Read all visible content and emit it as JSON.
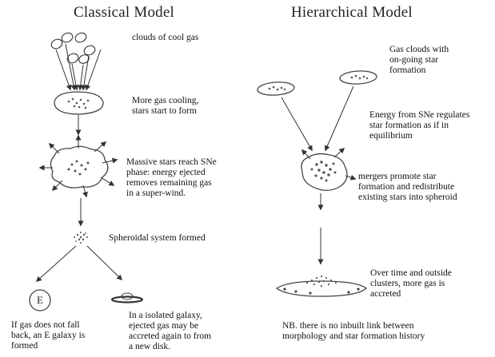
{
  "classical": {
    "title": "Classical Model",
    "steps": [
      {
        "text": "clouds of cool gas"
      },
      {
        "text": "More gas cooling,\nstars start to form"
      },
      {
        "text": "Massive stars reach SNe\nphase: energy ejected\nremoves remaining gas\nin a super-wind."
      },
      {
        "text": "Spheroidal system formed"
      },
      {
        "text": "If gas does not fall\nback, an E galaxy is\nformed"
      },
      {
        "text": "In a isolated galaxy,\nejected gas may be\naccreted again to from\na new disk."
      }
    ],
    "e_galaxy_label": "E"
  },
  "hierarchical": {
    "title": "Hierarchical Model",
    "steps": [
      {
        "text": "Gas clouds with\non-going star\nformation"
      },
      {
        "text": "Energy from SNe regulates\nstar formation as if in\nequilibrium"
      },
      {
        "text": "mergers promote star\nformation and redistribute\nexisting stars into spheroid"
      },
      {
        "text": "Over time and outside\nclusters, more gas is\naccreted"
      }
    ],
    "note": "NB. there is no inbuilt link between\nmorphology and star formation history"
  },
  "colors": {
    "ink": "#333333",
    "star": "#555555",
    "background": "#ffffff"
  }
}
